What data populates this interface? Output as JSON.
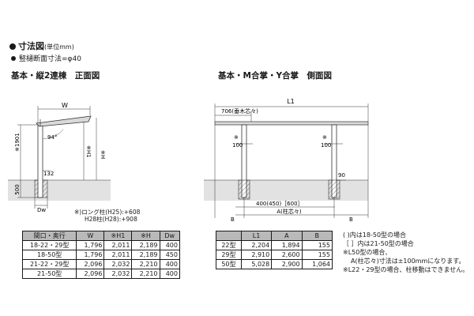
{
  "header": {
    "title": "寸法図",
    "unit": "(単位mm)",
    "post_section": "竪樋断面寸法=φ40"
  },
  "front": {
    "title": "基本・縦2連棟　正面図",
    "labels": {
      "w": "W",
      "angle": "94°",
      "h": "※H",
      "h1": "※H1",
      "h1901": "※1901",
      "d132": "132",
      "d500": "500",
      "dw": "Dw"
    },
    "notes": [
      "※)ロング柱(H25):+608",
      "H28柱(H28):+908"
    ]
  },
  "side": {
    "title": "基本・M合掌・Y合掌　側面図",
    "labels": {
      "l1": "L1",
      "d706": "706(垂木芯々)",
      "k1": "※",
      "d100a": "100",
      "k2": "※",
      "d100b": "100",
      "d90": "90",
      "d400": "400(450)［600］",
      "a": "A(柱芯々)",
      "b1": "B",
      "b2": "B"
    },
    "notes": [
      "( )内は18-50型の場合",
      "［ ］内は21-50型の場合",
      "※L50型の場合、",
      "A(柱芯々)寸法は±100mmになります。",
      "※L22・29型の場合、柱移動はできません。"
    ]
  },
  "table_front": {
    "headers": [
      "間口・奥行",
      "W",
      "※H1",
      "※H",
      "Dw"
    ],
    "rows": [
      [
        "18-22・29型",
        "1,796",
        "2,011",
        "2,189",
        "400"
      ],
      [
        "18-50型",
        "1,796",
        "2,011",
        "2,189",
        "450"
      ],
      [
        "21-22・29型",
        "2,096",
        "2,032",
        "2,210",
        "400"
      ],
      [
        "21-50型",
        "2,096",
        "2,032",
        "2,210",
        "400"
      ]
    ]
  },
  "table_side": {
    "headers": [
      "",
      "L1",
      "A",
      "B"
    ],
    "rows": [
      [
        "22型",
        "2,204",
        "1,894",
        "155"
      ],
      [
        "29型",
        "2,910",
        "2,600",
        "155"
      ],
      [
        "50型",
        "5,028",
        "2,900",
        "1,064"
      ]
    ]
  }
}
